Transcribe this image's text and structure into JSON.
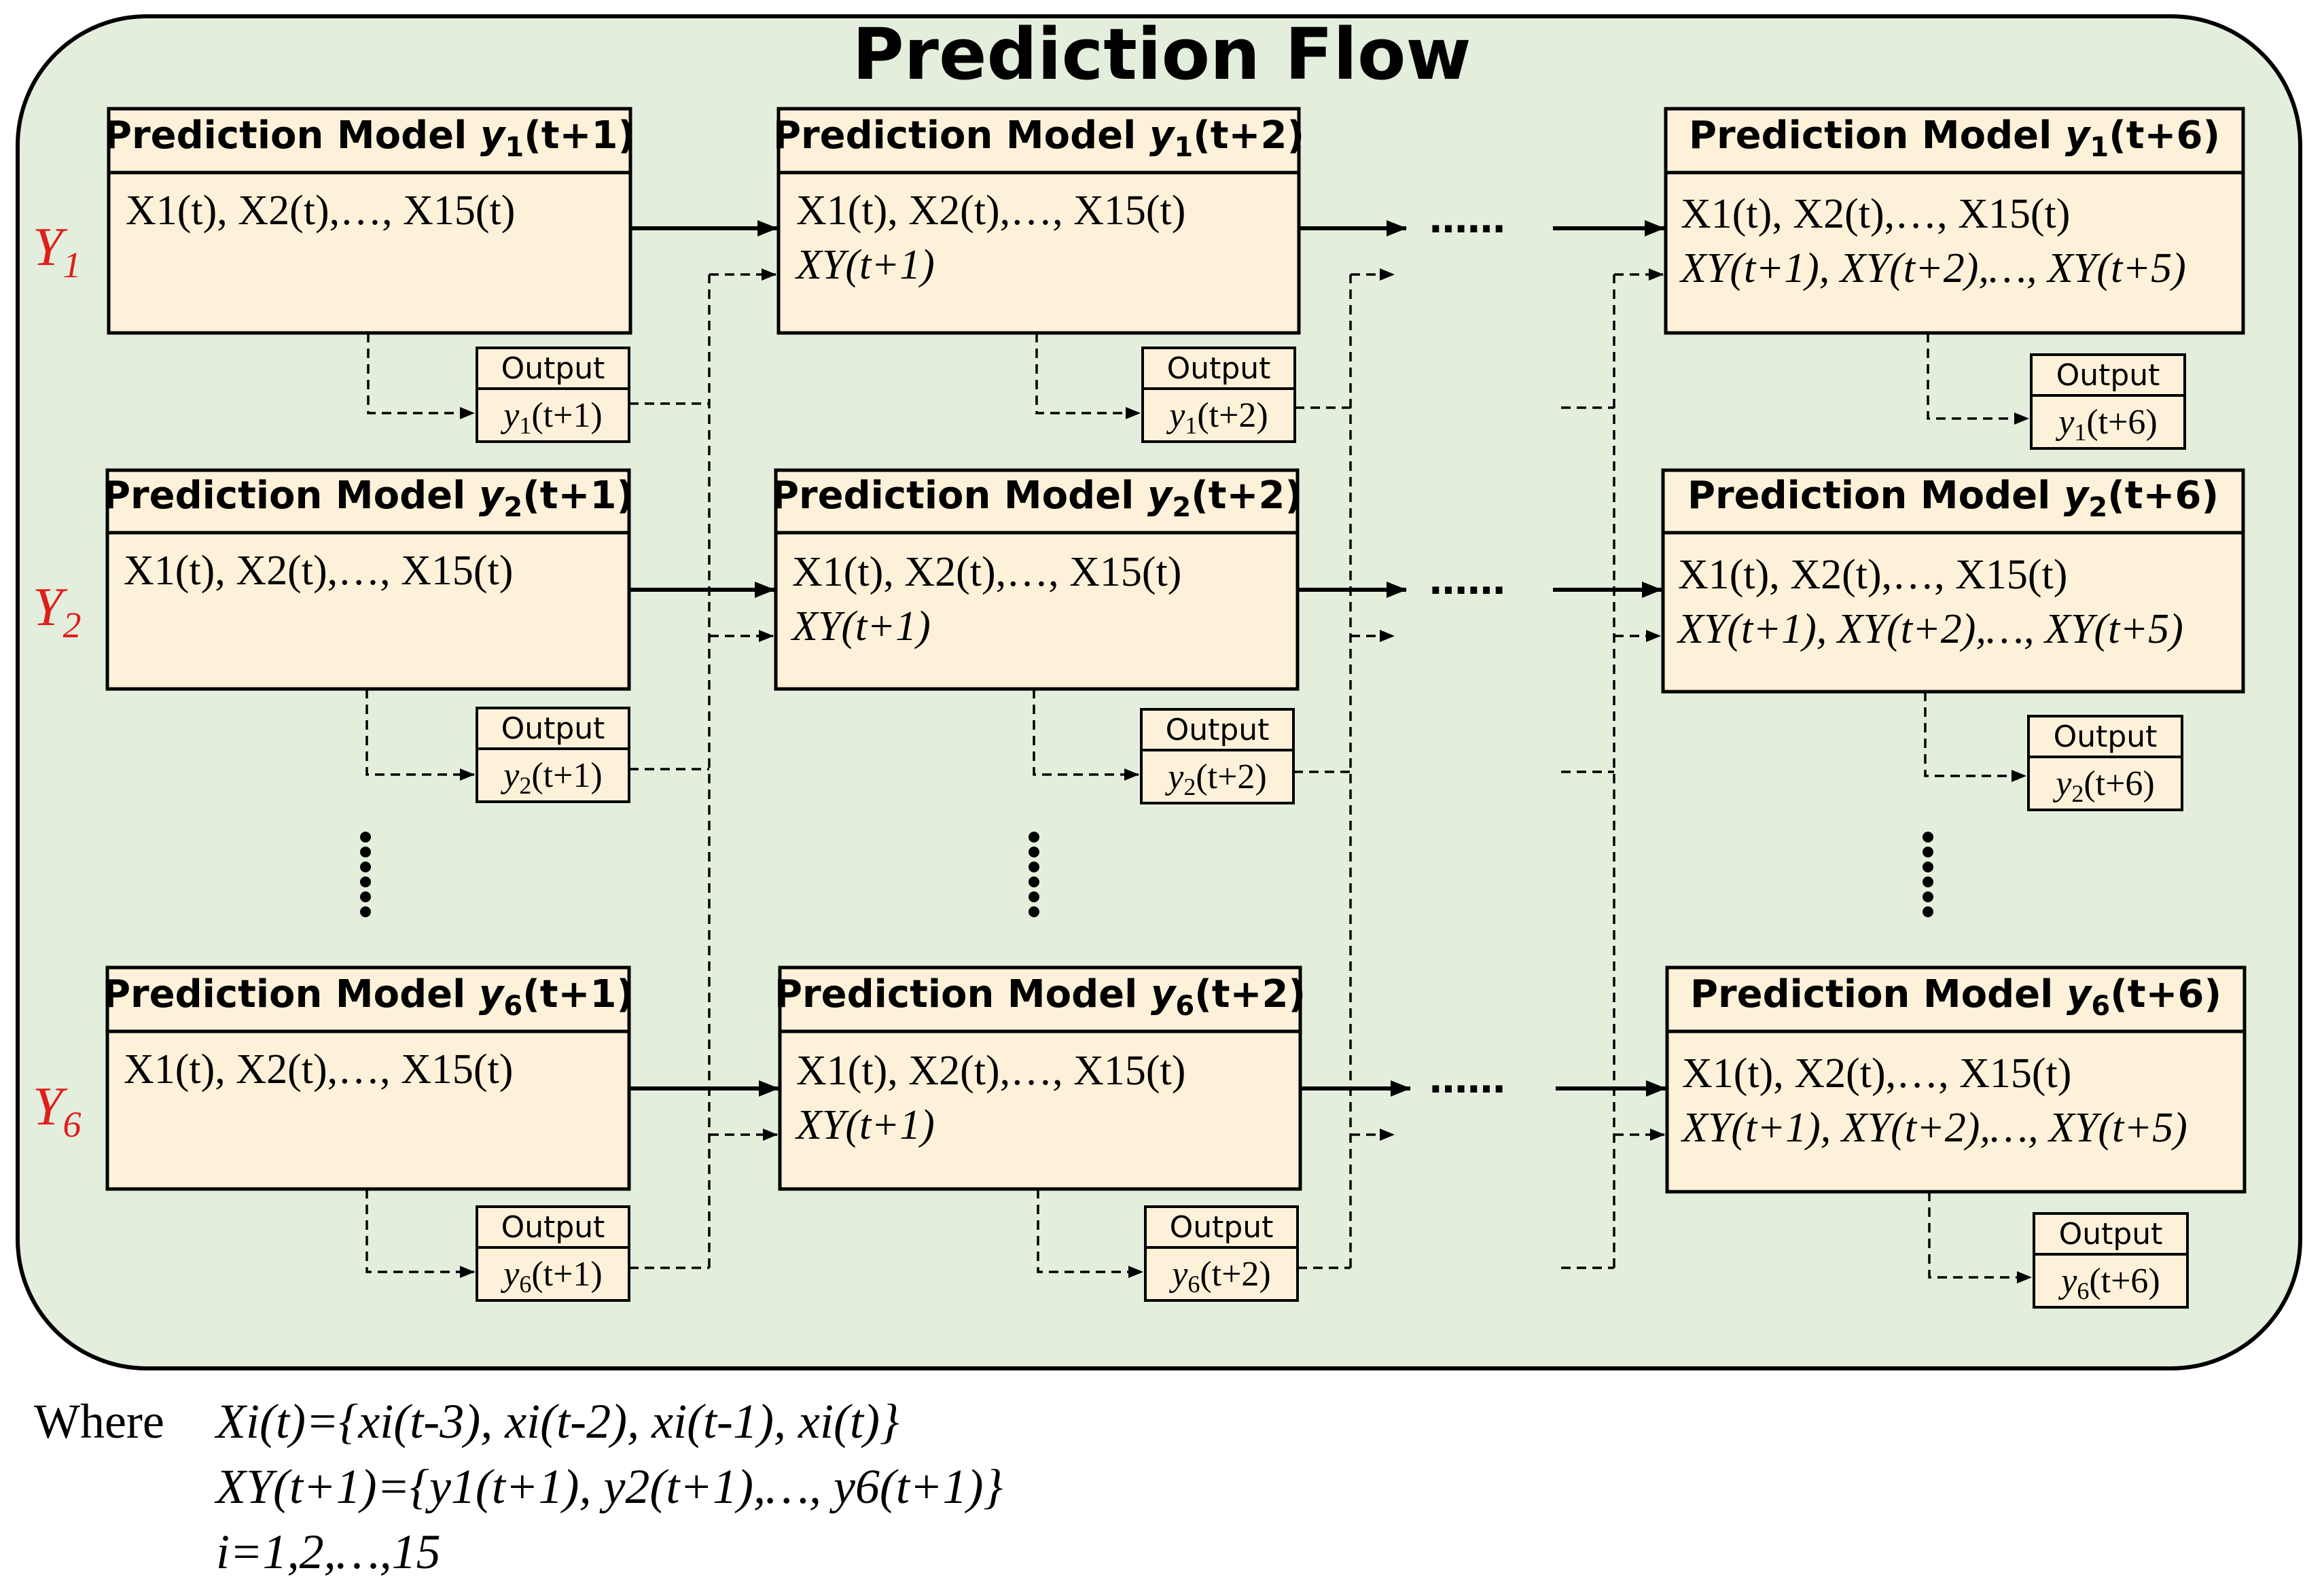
{
  "title": "Prediction Flow",
  "row_labels": [
    {
      "base": "Y",
      "sub": "1"
    },
    {
      "base": "Y",
      "sub": "2"
    },
    {
      "base": "Y",
      "sub": "6"
    }
  ],
  "model_header_prefix": "Prediction Model ",
  "output_label": "Output",
  "rows": [
    {
      "models": [
        {
          "sub": "1",
          "step": "(t+1)"
        },
        {
          "sub": "1",
          "step": "(t+2)"
        },
        {
          "sub": "1",
          "step": "(t+6)"
        }
      ],
      "outputs": [
        {
          "sub": "1",
          "step": "(t+1)"
        },
        {
          "sub": "1",
          "step": "(t+2)"
        },
        {
          "sub": "1",
          "step": "(t+6)"
        }
      ]
    },
    {
      "models": [
        {
          "sub": "2",
          "step": "(t+1)"
        },
        {
          "sub": "2",
          "step": "(t+2)"
        },
        {
          "sub": "2",
          "step": "(t+6)"
        }
      ],
      "outputs": [
        {
          "sub": "2",
          "step": "(t+1)"
        },
        {
          "sub": "2",
          "step": "(t+2)"
        },
        {
          "sub": "2",
          "step": "(t+6)"
        }
      ]
    },
    {
      "models": [
        {
          "sub": "6",
          "step": "(t+1)"
        },
        {
          "sub": "6",
          "step": "(t+2)"
        },
        {
          "sub": "6",
          "step": "(t+6)"
        }
      ],
      "outputs": [
        {
          "sub": "6",
          "step": "(t+1)"
        },
        {
          "sub": "6",
          "step": "(t+2)"
        },
        {
          "sub": "6",
          "step": "(t+6)"
        }
      ]
    }
  ],
  "inputs": {
    "x_line": "X1(t), X2(t),…, X15(t)",
    "xy_line_col2": "XY(t+1)",
    "xy_line_col3": "XY(t+1), XY(t+2),…, XY(t+5)"
  },
  "connector_ellipsis": "……",
  "where": {
    "label": "Where",
    "line1": "Xi(t)={xi(t-3), xi(t-2), xi(t-1), xi(t)}",
    "line2": "XY(t+1)={y1(t+1), y2(t+1),…, y6(t+1)}",
    "line3": "i=1,2,…,15"
  }
}
